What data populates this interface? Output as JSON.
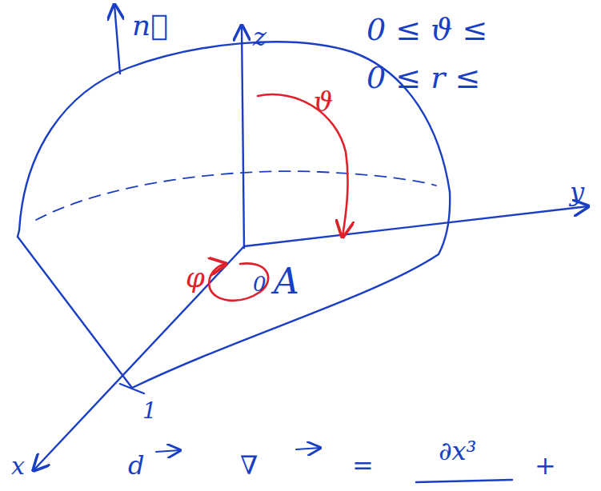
{
  "diagram": {
    "labels": [
      "n⃗",
      "z",
      "0 ≤ ϑ ≤",
      "0 ≤ r ≤",
      "ϑ",
      "φ",
      "y",
      "0",
      "A",
      "1",
      "x",
      "d",
      "∇",
      "=",
      "∂x³",
      "+"
    ]
  }
}
